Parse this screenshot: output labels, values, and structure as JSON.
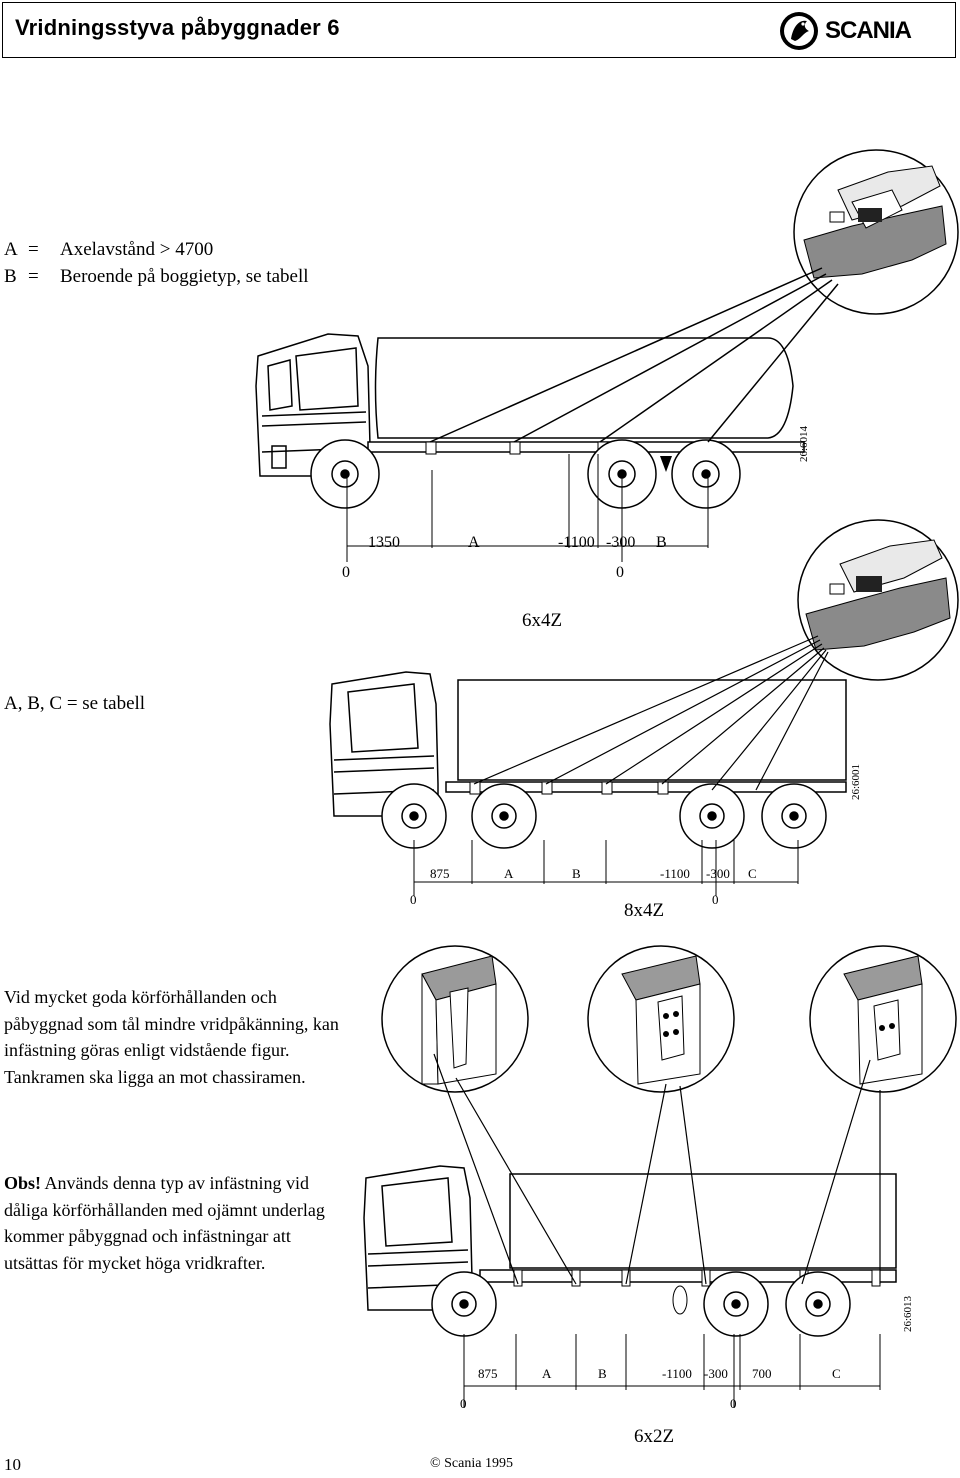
{
  "header": {
    "title": "Vridningsstyva påbyggnader 6",
    "logo_text": "SCANIA"
  },
  "section1": {
    "legend": [
      {
        "key": "A",
        "eq": "=",
        "text": "Axelavstånd > 4700"
      },
      {
        "key": "B",
        "eq": "=",
        "text": "Beroende på boggietyp, se tabell"
      }
    ],
    "figure_id": "26:6014",
    "dims": {
      "d1": "1350",
      "d2": "A",
      "d3": "-1100",
      "d4": "-300",
      "d5": "B",
      "zero1": "0",
      "zero2": "0"
    },
    "model": "6x4Z"
  },
  "section2": {
    "legend": "A, B, C  =  se tabell",
    "figure_id": "26:6001",
    "dims": {
      "d1": "875",
      "d2": "A",
      "d3": "B",
      "d4": "-1100",
      "d5": "-300",
      "d6": "C",
      "zero1": "0",
      "zero2": "0"
    },
    "model": "8x4Z"
  },
  "section3": {
    "paragraph1": "Vid mycket goda körförhållanden och påbyggnad som tål mindre vridpåkänning, kan infästning göras enligt vidstående figur. Tankramen ska ligga an mot chassiramen.",
    "obs_label": "Obs!",
    "paragraph2": " Används denna typ av infästning vid dåliga körförhållanden med ojämnt underlag kommer påbyggnad och infästningar att utsättas för mycket höga vridkrafter.",
    "figure_id": "26:6013",
    "dims": {
      "d1": "875",
      "d2": "A",
      "d3": "B",
      "d4": "-1100",
      "d5": "-300",
      "d6": "700",
      "d7": "C",
      "zero1": "0",
      "zero2": "0"
    },
    "model": "6x2Z"
  },
  "footer": {
    "page_number": "10",
    "copyright": "© Scania 1995"
  }
}
